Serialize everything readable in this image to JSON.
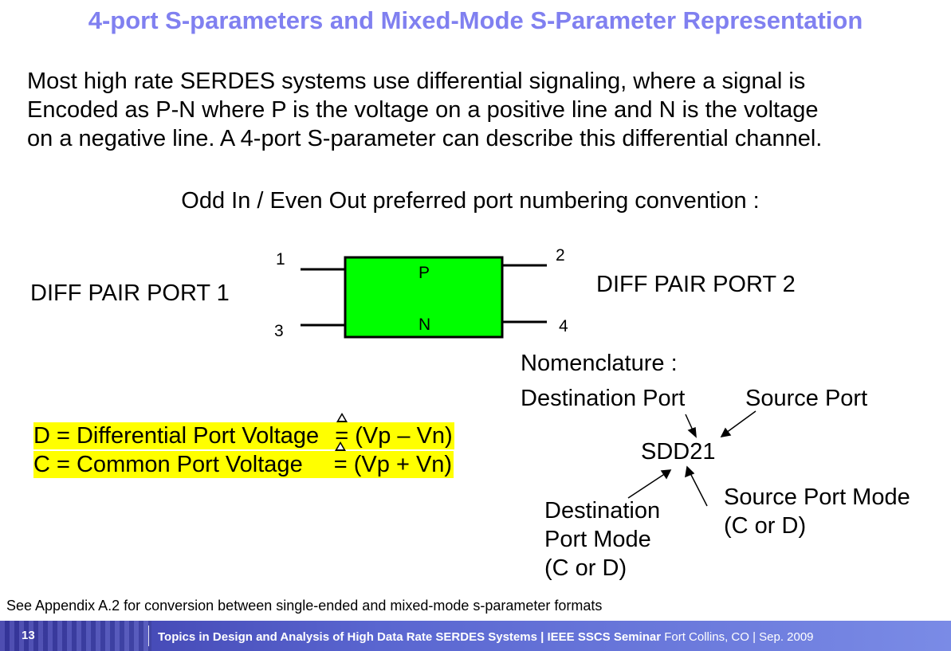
{
  "title": "4-port S-parameters and Mixed-Mode S-Parameter Representation",
  "intro_lines": [
    "Most high rate SERDES systems use differential signaling, where a signal is",
    "Encoded as P-N where P is the voltage on a positive line and N is the voltage",
    "on a negative line. A 4-port S-parameter can describe this differential channel."
  ],
  "convention": "Odd In / Even Out preferred port numbering convention :",
  "diagram": {
    "left_label": "DIFF PAIR PORT 1",
    "right_label": "DIFF PAIR PORT 2",
    "pins": {
      "p1": "1",
      "p2": "2",
      "p3": "3",
      "p4": "4"
    },
    "box_p": "P",
    "box_n": "N",
    "box_color": "#00ff00"
  },
  "definitions": {
    "d_left": "D = Differential Port Voltage",
    "d_eq": "=",
    "d_right": "(Vp – Vn)",
    "c_left": "C = Common Port Voltage",
    "c_eq": "=",
    "c_right": "(Vp + Vn)",
    "highlight_color": "#ffff00"
  },
  "nomenclature": {
    "heading": "Nomenclature :",
    "destination_port": "Destination Port",
    "source_port": "Source Port",
    "code": "SDD21",
    "source_mode_line1": "Source Port Mode",
    "source_mode_line2": "(C or D)",
    "dest_mode_line1": "Destination",
    "dest_mode_line2": "Port Mode",
    "dest_mode_line3": "(C or D)"
  },
  "footnote": "See Appendix A.2 for conversion between single-ended and mixed-mode s-parameter formats",
  "footer": {
    "page": "13",
    "text_bold": "Topics in Design and Analysis of High Data Rate SERDES Systems | IEEE SSCS Seminar",
    "text_rest": " Fort Collins, CO |  Sep. 2009"
  }
}
